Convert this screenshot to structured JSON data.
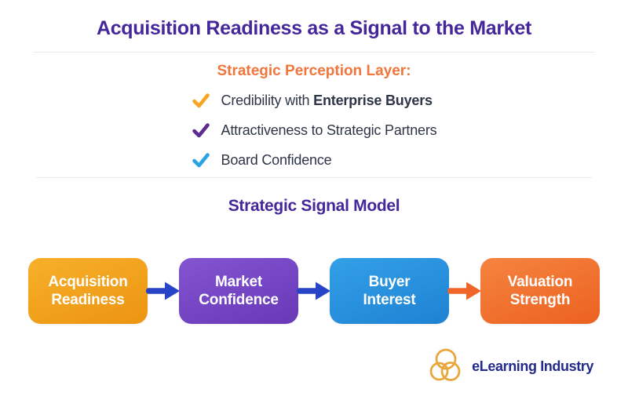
{
  "title": "Acquisition Readiness as a Signal to the Market",
  "perception": {
    "heading": "Strategic Perception Layer:",
    "items": [
      {
        "text": "Credibility with ",
        "bold_text": "Enterprise Buyers",
        "check_color": "#F5A623",
        "check_icon": "check-icon"
      },
      {
        "text": "Attractiveness to Strategic Partners",
        "bold_text": "",
        "check_color": "#5E2C91",
        "check_icon": "check-icon"
      },
      {
        "text": "Board Confidence",
        "bold_text": "",
        "check_color": "#29A3E3",
        "check_icon": "check-icon"
      }
    ]
  },
  "model": {
    "heading": "Strategic Signal Model",
    "steps": [
      {
        "line1": "Acquisition",
        "line2": "Readiness",
        "color": "#F2A018"
      },
      {
        "line1": "Market",
        "line2": "Confidence",
        "color": "#7646C4"
      },
      {
        "line1": "Buyer",
        "line2": "Interest",
        "color": "#2891DD"
      },
      {
        "line1": "Valuation",
        "line2": "Strength",
        "color": "#F07330"
      }
    ],
    "arrows": [
      {
        "color": "#2743C6",
        "icon": "arrow-right-icon"
      },
      {
        "color": "#2743C6",
        "icon": "arrow-right-icon"
      },
      {
        "color": "#F0662A",
        "icon": "arrow-right-icon"
      }
    ]
  },
  "footer": {
    "brand": "eLearning Industry",
    "logo_color": "#E9A63C",
    "brand_text_color": "#232A8C"
  },
  "colors": {
    "title": "#46279B",
    "perception_heading": "#F0763C",
    "list_text": "#2D3547",
    "divider": "#EAEAEA",
    "background": "#FFFFFF"
  }
}
